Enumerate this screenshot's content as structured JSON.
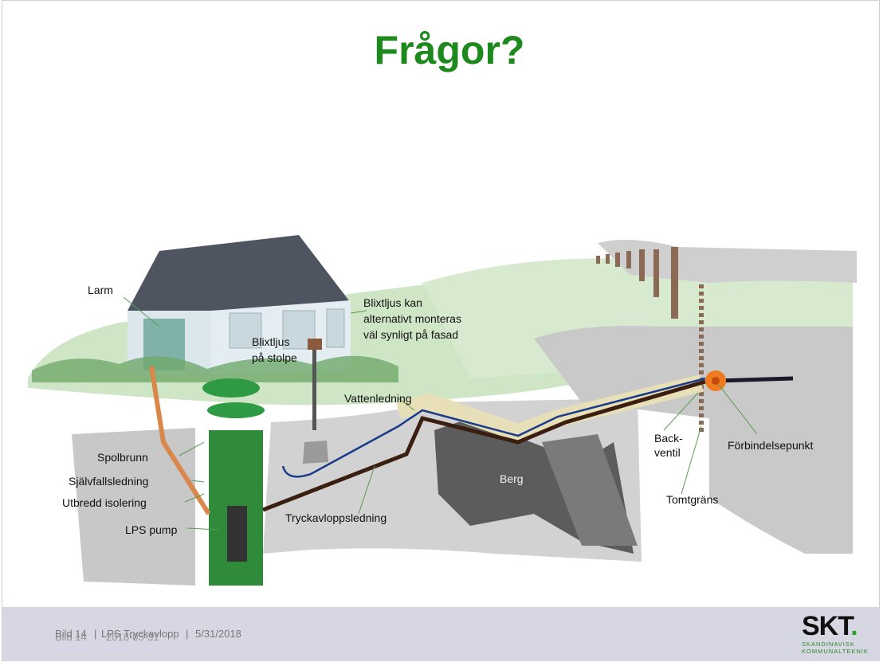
{
  "slide": {
    "title": "Frågor?"
  },
  "illustration": {
    "labels": {
      "larm": "Larm",
      "blixtljus_kan_1": "Blixtljus kan",
      "blixtljus_kan_2": "alternativt monteras",
      "blixtljus_kan_3": "väl synligt på fasad",
      "blixtljus_stolpe_1": "Blixtljus",
      "blixtljus_stolpe_2": "på stolpe",
      "vattenledning": "Vattenledning",
      "spolbrunn": "Spolbrunn",
      "sjalvfallsledning": "Självfallsledning",
      "utbredd_isolering": "Utbredd isolering",
      "lps_pump": "LPS pump",
      "tryckavloppsledning": "Tryckavloppsledning",
      "berg": "Berg",
      "backventil_1": "Back-",
      "backventil_2": "ventil",
      "forbindelsepunkt": "Förbindelsepunkt",
      "tomtgrans": "Tomtgräns"
    }
  },
  "footer": {
    "slide_number": "Bild 14",
    "presentation_title": "LPS Tryckavlopp",
    "date": "5/31/2018",
    "ghost_slide_number": "Bild 14",
    "ghost_date": "2018-05-31"
  },
  "logo": {
    "main": "SKT",
    "dot": ".",
    "line1": "SKANDINAVISK",
    "line2": "KOMMUNALTEKNIK"
  },
  "colors": {
    "title_green": "#1e8a1e",
    "logo_green": "#2aa52a",
    "footer_bg": "#d7d7e3"
  }
}
